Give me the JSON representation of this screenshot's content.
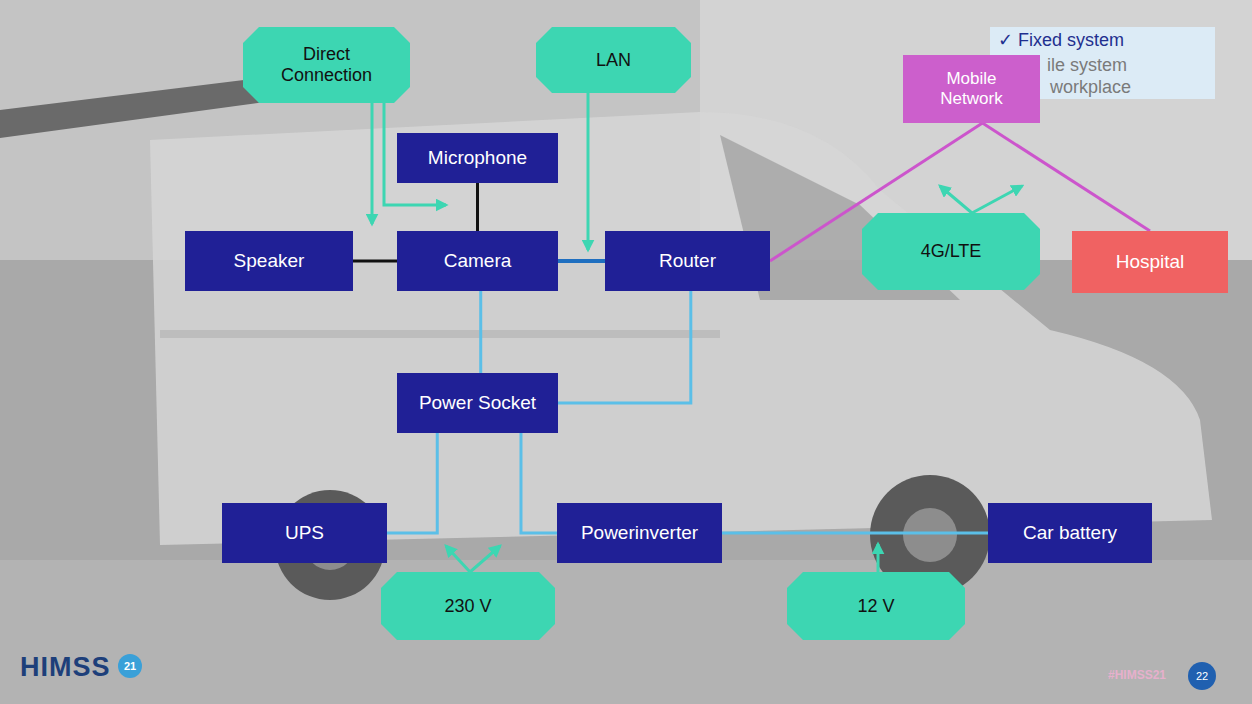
{
  "diagram": {
    "nodes": [
      {
        "text": [
          "Direct Connection"
        ]
      },
      {
        "text": [
          "LAN"
        ]
      },
      {
        "text": [
          "✓ Fixed system",
          "ile system",
          "workplace"
        ]
      },
      {
        "text": [
          "Mobile Network"
        ]
      },
      {
        "text": [
          "Microphone"
        ]
      },
      {
        "text": [
          "Speaker"
        ]
      },
      {
        "text": [
          "Camera"
        ]
      },
      {
        "text": [
          "Router"
        ]
      },
      {
        "text": [
          "4G/LTE"
        ]
      },
      {
        "text": [
          "Hospital"
        ]
      },
      {
        "text": [
          "Power Socket"
        ]
      },
      {
        "text": [
          "UPS"
        ]
      },
      {
        "text": [
          "Powerinverter"
        ]
      },
      {
        "text": [
          "Car battery"
        ]
      },
      {
        "text": [
          "230 V"
        ]
      },
      {
        "text": [
          "12 V"
        ]
      }
    ],
    "edges": [
      {
        "from": 5,
        "to": 6,
        "arrow": "none"
      },
      {
        "from": 4,
        "to": 6,
        "arrow": "none"
      },
      {
        "from": 6,
        "to": 7,
        "arrow": "none"
      },
      {
        "from": 6,
        "to": 10,
        "arrow": "none"
      },
      {
        "from": 7,
        "to": 10,
        "arrow": "none"
      },
      {
        "from": 10,
        "to": 11,
        "arrow": "none"
      },
      {
        "from": 10,
        "to": 12,
        "arrow": "none"
      },
      {
        "from": 12,
        "to": 13,
        "arrow": "none"
      },
      {
        "from": 7,
        "to": 3,
        "arrow": "none"
      },
      {
        "from": 3,
        "to": 9,
        "arrow": "none"
      }
    ],
    "labels": [
      "HIMSS",
      "21",
      "#HIMSS21",
      "22"
    ]
  }
}
